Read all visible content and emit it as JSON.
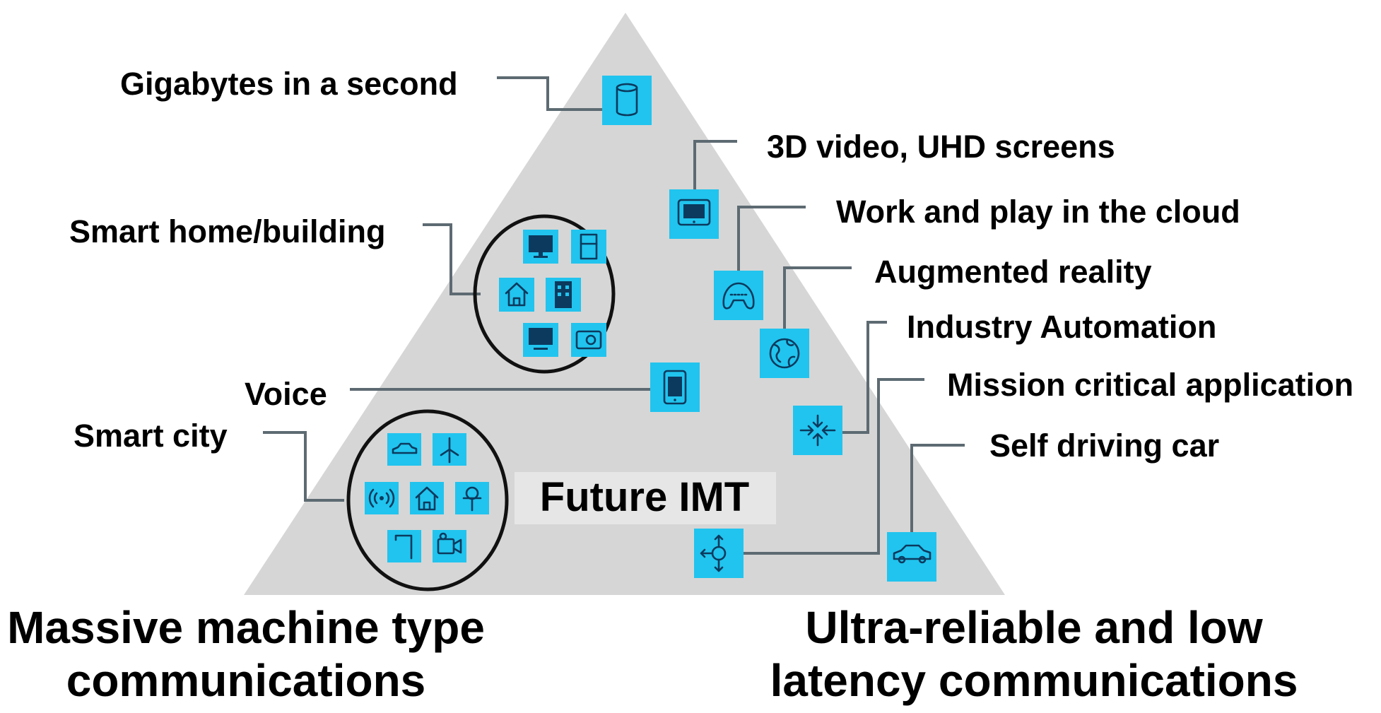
{
  "diagram": {
    "center_label": "Future IMT",
    "bottom_left_caption": {
      "line1": "Massive machine type",
      "line2": "communications"
    },
    "bottom_right_caption": {
      "line1": "Ultra-reliable and low",
      "line2": "latency communications"
    },
    "labels": {
      "gigabytes": "Gigabytes in a second",
      "video": "3D video, UHD screens",
      "cloud": "Work and play in the cloud",
      "ar": "Augmented reality",
      "industry": "Industry Automation",
      "mission": "Mission critical application",
      "car": "Self driving car",
      "smart_home": "Smart home/building",
      "voice": "Voice",
      "smart_city": "Smart city"
    },
    "icons": {
      "gigabytes": "database-icon",
      "video": "monitor-icon",
      "cloud": "gamepad-icon",
      "ar": "globe-icon",
      "industry": "arrows-inward-icon",
      "mission": "target-arrows-icon",
      "car": "car-icon",
      "voice": "smartphone-icon"
    },
    "colors": {
      "triangle": "#d6d6d6",
      "icon_tile": "#21c4ee",
      "icon_glyph": "#0b3a5e",
      "connector": "#5d6a72",
      "center_label_bg": "#e6e6e6"
    }
  }
}
